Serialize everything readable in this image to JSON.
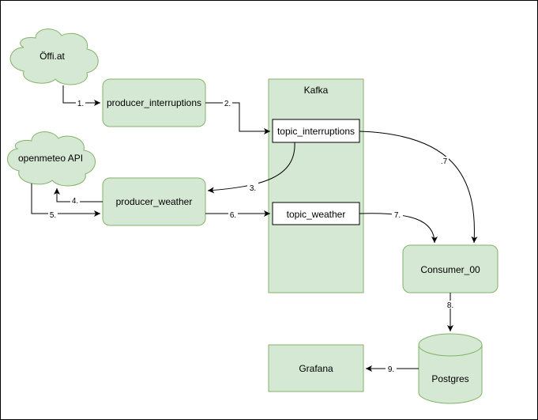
{
  "colors": {
    "node_fill": "#d5e8d4",
    "node_stroke": "#82b366",
    "topic_fill": "#ffffff",
    "edge": "#000000"
  },
  "nodes": {
    "offi": "Öffi.at",
    "openmeteo": "openmeteo API",
    "producer_interruptions": "producer_interruptions",
    "producer_weather": "producer_weather",
    "kafka": "Kafka",
    "topic_interruptions": "topic_interruptions",
    "topic_weather": "topic_weather",
    "consumer": "Consumer_00",
    "postgres": "Postgres",
    "grafana": "Grafana"
  },
  "edges": {
    "e1": "1.",
    "e2": "2.",
    "e3": "3.",
    "e4": "4.",
    "e5": "5.",
    "e6": "6.",
    "e7a": ".7",
    "e7b": "7.",
    "e8": "8.",
    "e9": "9."
  }
}
